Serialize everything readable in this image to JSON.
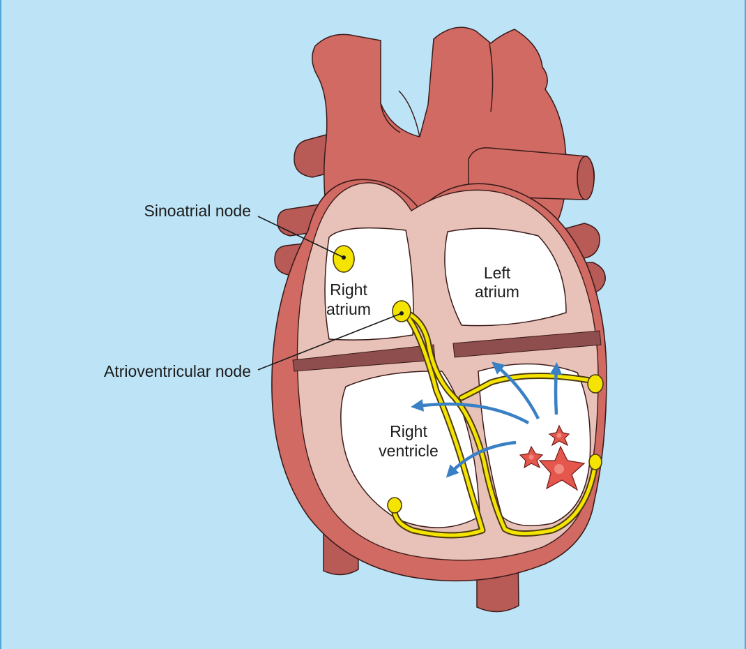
{
  "diagram": {
    "labels": {
      "sinoatrial_node": "Sinoatrial node",
      "atrioventricular_node": "Atrioventricular node",
      "right_atrium": [
        "Right",
        "atrium"
      ],
      "left_atrium": [
        "Left",
        "atrium"
      ],
      "right_ventricle": [
        "Right",
        "ventricle"
      ]
    },
    "colors": {
      "background": "#bde4f6",
      "border": "#4ea6d8",
      "heart_muscle": "#d06a62",
      "vessel_shadow": "#b85a55",
      "inner_wall": "#e8c2b8",
      "chamber": "#ffffff",
      "conduction": "#f5e400",
      "septum_band": "#8e4e4e",
      "arrows": "#3a80c4",
      "ectopic_focus": "#e5574c"
    }
  }
}
